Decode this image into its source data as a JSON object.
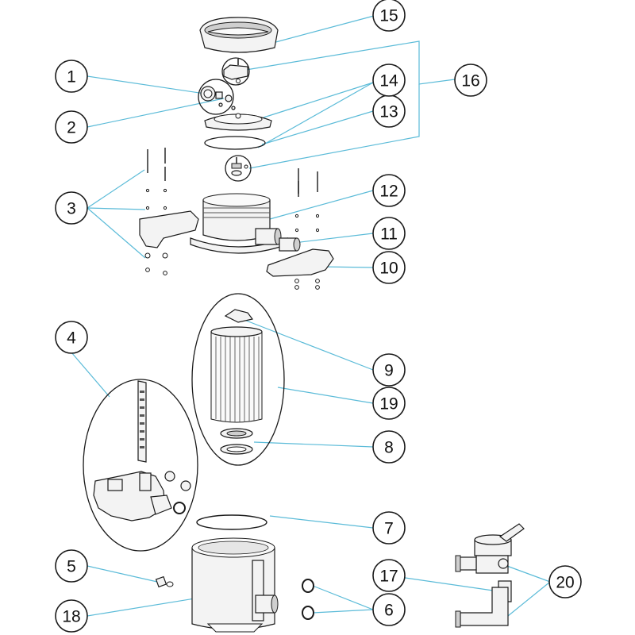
{
  "diagram": {
    "callouts": [
      {
        "id": "1",
        "label": "1"
      },
      {
        "id": "2",
        "label": "2"
      },
      {
        "id": "3",
        "label": "3"
      },
      {
        "id": "4",
        "label": "4"
      },
      {
        "id": "5",
        "label": "5"
      },
      {
        "id": "6",
        "label": "6"
      },
      {
        "id": "7",
        "label": "7"
      },
      {
        "id": "8",
        "label": "8"
      },
      {
        "id": "9",
        "label": "9"
      },
      {
        "id": "10",
        "label": "10"
      },
      {
        "id": "11",
        "label": "11"
      },
      {
        "id": "12",
        "label": "12"
      },
      {
        "id": "13",
        "label": "13"
      },
      {
        "id": "14",
        "label": "14"
      },
      {
        "id": "15",
        "label": "15"
      },
      {
        "id": "16",
        "label": "16"
      },
      {
        "id": "17",
        "label": "17"
      },
      {
        "id": "18",
        "label": "18"
      },
      {
        "id": "19",
        "label": "19"
      },
      {
        "id": "20",
        "label": "20"
      }
    ],
    "colors": {
      "leader": "#5bbbd8",
      "outline": "#1a1a1a",
      "fill": "#f3f3f3"
    }
  }
}
